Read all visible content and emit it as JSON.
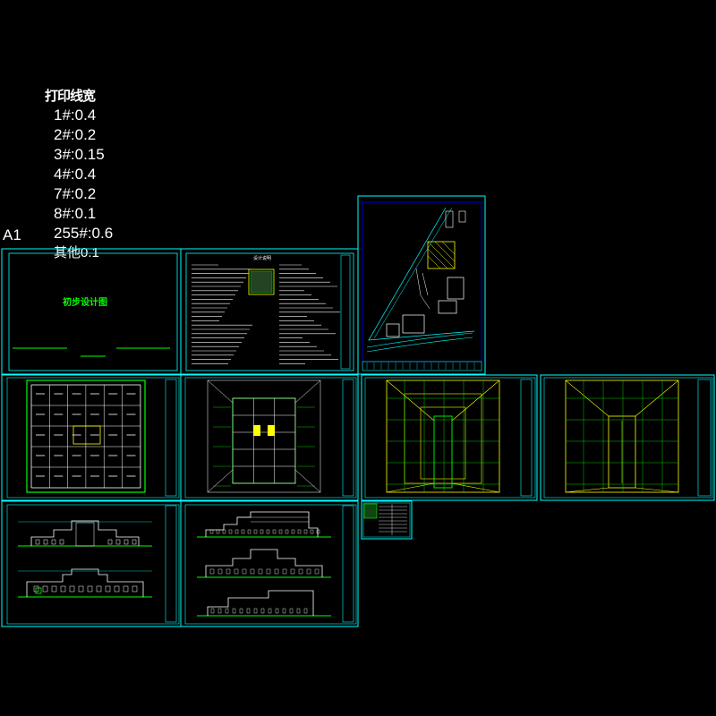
{
  "legend": {
    "title": "打印线宽",
    "lines": [
      "1#:0.4",
      "2#:0.2",
      "3#:0.15",
      "4#:0.4",
      "7#:0.2",
      "8#:0.1",
      "255#:0.6",
      "其他0.1"
    ]
  },
  "sheet_size_label": "A1",
  "cover": {
    "title": "初步设计图"
  },
  "notes_sheet": {
    "title": "设计说明"
  },
  "colors": {
    "background": "#000000",
    "frame": "#00ffff",
    "linework_green": "#00ff00",
    "linework_yellow": "#ffff00",
    "linework_white": "#ffffff"
  }
}
